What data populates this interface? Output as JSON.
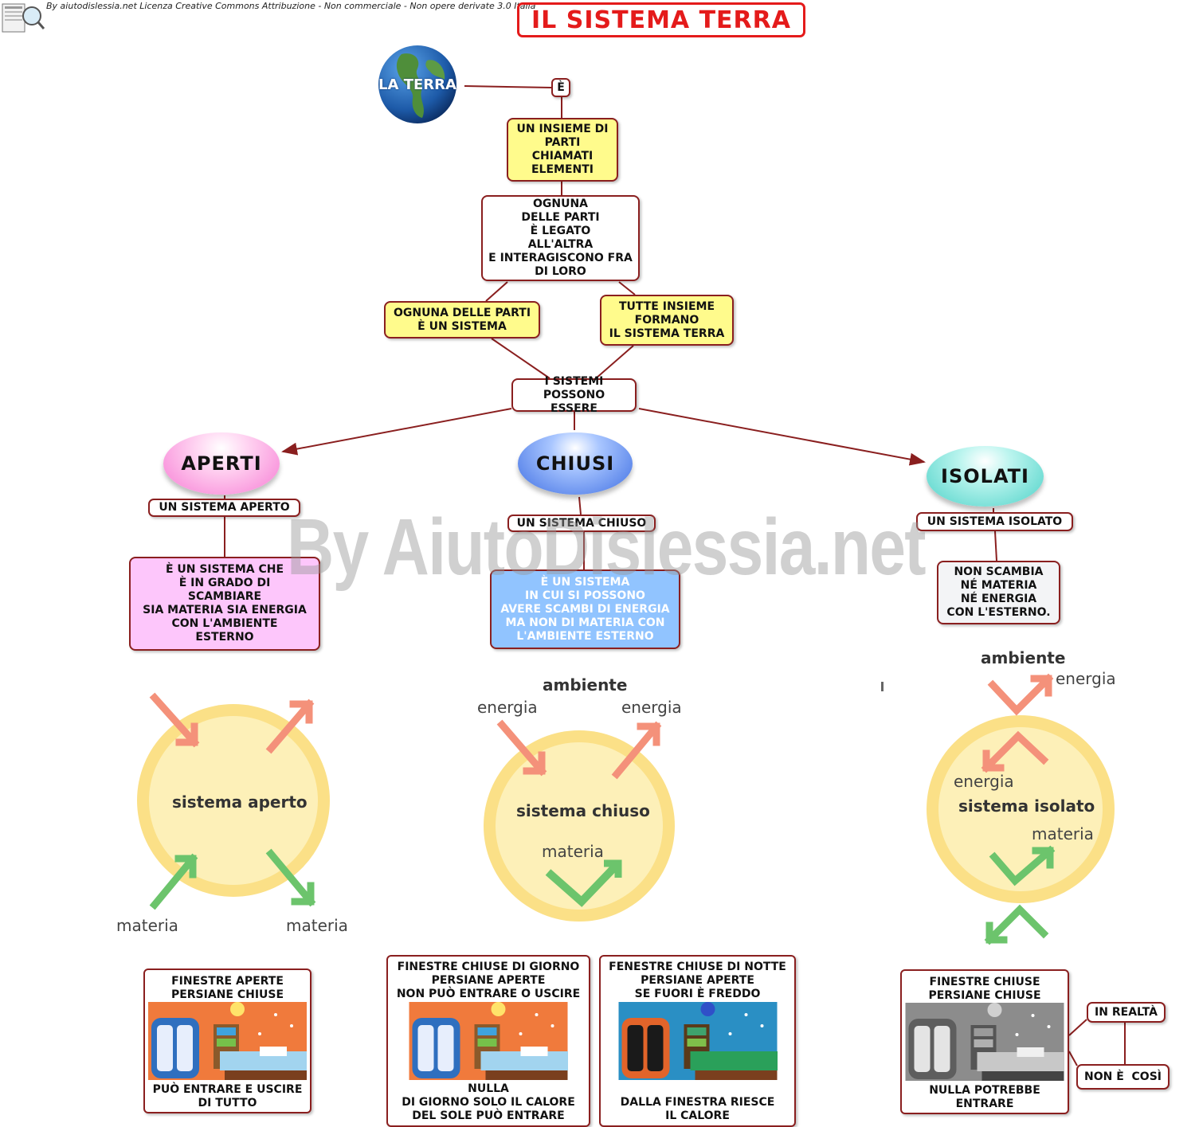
{
  "header": {
    "credit": "By aiutodislessia.net Licenza Creative Commons Attribuzione - Non commerciale - Non opere derivate 3.0 Italia",
    "title": "IL SISTEMA TERRA",
    "watermark": "By AiutoDislessia.net"
  },
  "earth_label": "LA TERRA",
  "nodes": {
    "e": "È",
    "insieme": "UN INSIEME DI\nPARTI\nCHIAMATI\nELEMENTI",
    "ognuna_legato": "OGNUNA\nDELLE PARTI\nÈ LEGATO\nALL'ALTRA\nE INTERAGISCONO FRA\nDI LORO",
    "ognuna_sistema": "OGNUNA DELLE PARTI\nÈ UN SISTEMA",
    "tutte_insieme": "TUTTE INSIEME\nFORMANO\nIL SISTEMA TERRA",
    "sistemi_possono": "I SISTEMI\nPOSSONO ESSERE"
  },
  "categories": [
    {
      "name": "APERTI",
      "def_title": "UN SISTEMA APERTO",
      "def_text": "È UN SISTEMA CHE\nÈ IN GRADO DI\nSCAMBIARE\nSIA MATERIA SIA ENERGIA\nCON L'AMBIENTE\nESTERNO"
    },
    {
      "name": "CHIUSI",
      "def_title": "UN SISTEMA CHIUSO",
      "def_text": "È UN SISTEMA\nIN CUI SI POSSONO\nAVERE SCAMBI DI ENERGIA\nMA NON DI MATERIA CON\nL'AMBIENTE ESTERNO"
    },
    {
      "name": "ISOLATI",
      "def_title": "UN SISTEMA ISOLATO",
      "def_text": "NON SCAMBIA\nNÉ MATERIA\nNÉ ENERGIA\nCON L'ESTERNO."
    }
  ],
  "illustrations": {
    "aperto": {
      "center": "sistema aperto",
      "materia_left": "materia",
      "materia_right": "materia"
    },
    "chiuso": {
      "ambiente": "ambiente",
      "energia_left": "energia",
      "energia_right": "energia",
      "center": "sistema chiuso",
      "materia": "materia"
    },
    "isolato": {
      "ambiente": "ambiente",
      "energia_out": "energia",
      "energia_in": "energia",
      "center": "sistema isolato",
      "materia": "materia"
    }
  },
  "examples": [
    {
      "top": "FINESTRE APERTE\nPERSIANE CHIUSE",
      "bottom": "PUÒ ENTRARE E USCIRE\nDI TUTTO"
    },
    {
      "top": "FINESTRE CHIUSE DI GIORNO\nPERSIANE APERTE\nNON PUÒ ENTRARE O USCIRE",
      "bottom": "NULLA\nDI GIORNO SOLO IL CALORE\nDEL SOLE PUÒ ENTRARE"
    },
    {
      "top": "FENESTRE CHIUSE DI NOTTE\nPERSIANE APERTE\nSE FUORI È FREDDO",
      "bottom": "DALLA FINESTRA RIESCE\nIL CALORE"
    },
    {
      "top": "FINESTRE CHIUSE\nPERSIANE CHIUSE",
      "bottom": "NULLA POTREBBE\nENTRARE"
    }
  ],
  "notes": {
    "in_realta": "IN REALTÀ",
    "non_e_cosi": "NON È  COSÌ"
  },
  "colors": {
    "frame": "#8a1f1f",
    "title_red": "#e41b1b",
    "arrow_energy": "#f4917a",
    "arrow_matter": "#6cc46c",
    "yellow": "#fffb8c",
    "pink": "#fdc6fb",
    "blue": "#91c4ff"
  }
}
